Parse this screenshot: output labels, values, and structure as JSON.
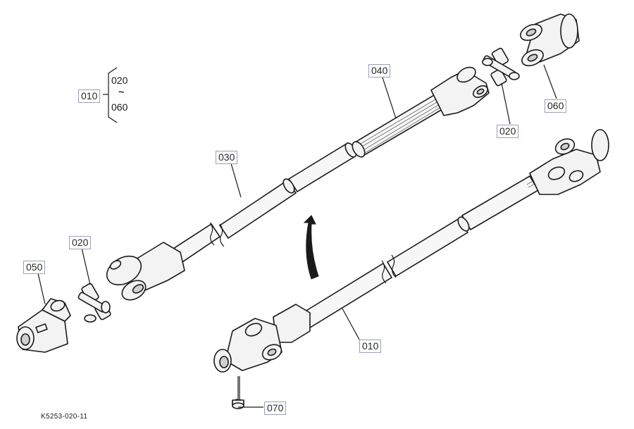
{
  "callouts": {
    "c010_top": "010",
    "c020_range_start": "020",
    "c020_range_tilde": "~",
    "c060_range_end": "060",
    "c040": "040",
    "c060": "060",
    "c020_right": "020",
    "c030": "030",
    "c020_left": "020",
    "c050": "050",
    "c010_bottom": "010",
    "c070": "070"
  },
  "reference_code": "K5253-020-11"
}
